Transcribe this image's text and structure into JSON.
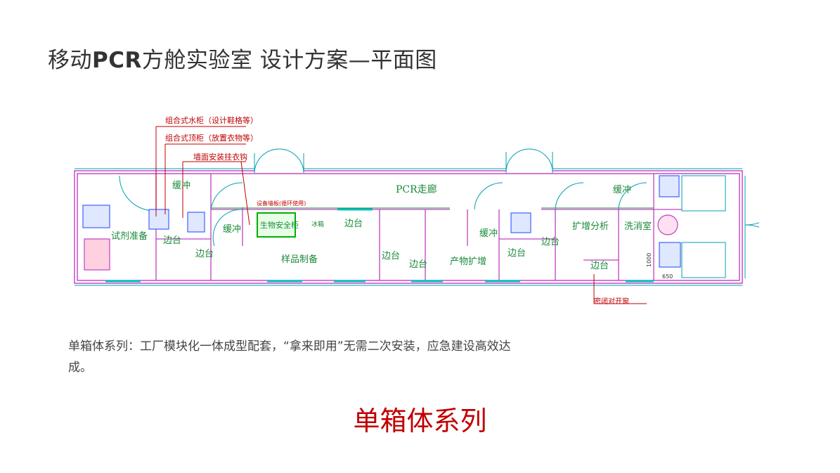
{
  "title": {
    "part1": "移动",
    "part2": "PCR",
    "part3": "方舱实验室 设计方案—平面图"
  },
  "plan": {
    "annotations": {
      "water_cabinet": "组合式水柜（设计鞋格等）",
      "top_cabinet": "组合式顶柜（放置衣物等）",
      "wall_hook": "墙面安装挂衣钩",
      "equipment_note": "设备墙板(循环使用)",
      "window_note": "密闭对开窗"
    },
    "rooms": {
      "buffer": "缓冲",
      "reagent_prep": "试剂准备",
      "bench": "边台",
      "bio_cabinet": "生物安全柜",
      "fridge": "冰箱",
      "sample_prep": "样品制备",
      "corridor": "PCR走廊",
      "amplify": "产物扩增",
      "amplify_analysis": "扩增分析",
      "wash": "洗消室"
    },
    "dims": {
      "d1": "1000",
      "d2": "650"
    }
  },
  "description": "单箱体系列：工厂模块化一体成型配套，“拿来即用”无需二次安装，应急建设高效达成。",
  "series_title": "单箱体系列",
  "colors": {
    "wall": "#c040c0",
    "door": "#00a0b0",
    "label": "#1a8a3a",
    "anno": "#c00000",
    "title": "#333333"
  }
}
